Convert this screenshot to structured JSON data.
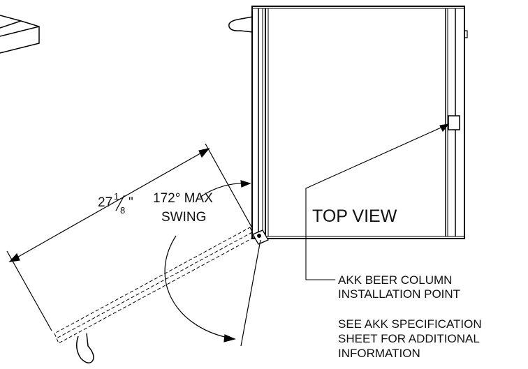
{
  "dimension": {
    "whole": "27",
    "num": "1",
    "den": "8",
    "unit": "\""
  },
  "swing": {
    "line1": "172° MAX",
    "line2": "SWING"
  },
  "view_title": "TOP VIEW",
  "callout": {
    "line1": "AKK BEER COLUMN",
    "line2": "INSTALLATION POINT"
  },
  "note": {
    "line1": "SEE AKK SPECIFICATION",
    "line2": "SHEET FOR ADDITIONAL",
    "line3": "INFORMATION"
  }
}
